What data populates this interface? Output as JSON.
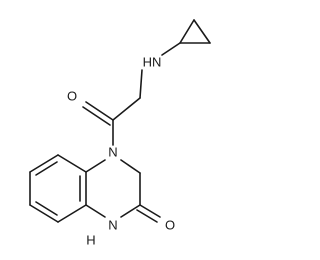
{
  "molecule": {
    "atom_labels": {
      "nh_amine": "HN",
      "o_amide": "O",
      "n_ring": "N",
      "nh_lactam": "H\nN",
      "nh_lactam_h": "H",
      "nh_lactam_n": "N",
      "o_lactam": "O"
    }
  },
  "colors": {
    "bond": "#1a1a1a",
    "text": "#1a1a1a",
    "background": "#ffffff"
  }
}
